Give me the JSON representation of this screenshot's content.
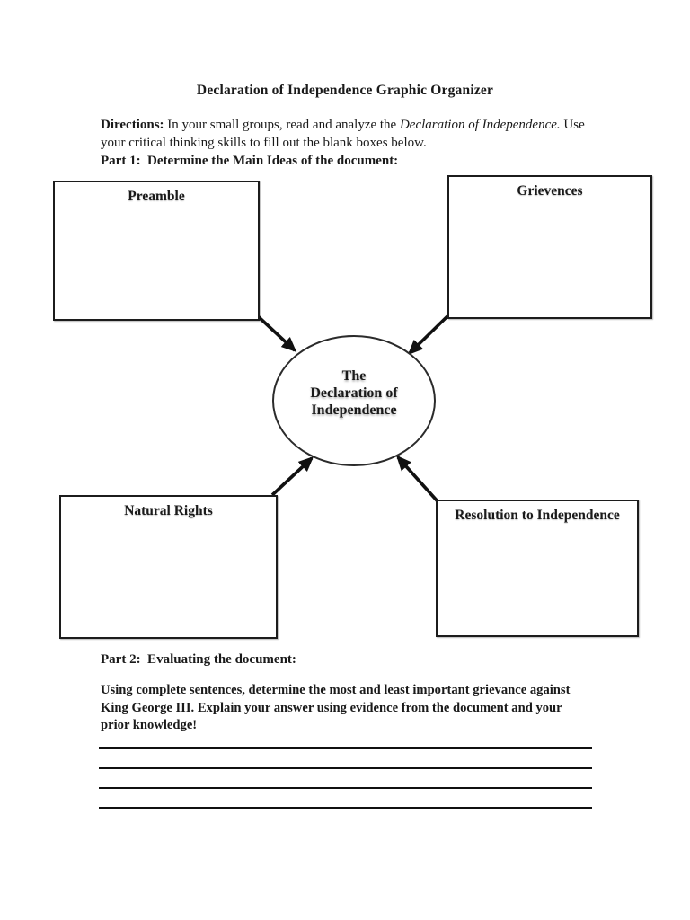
{
  "page": {
    "title": "Declaration of Independence Graphic Organizer"
  },
  "directions": {
    "label": "Directions:",
    "line1_text": " In your small groups, read and analyze the ",
    "line1_italic": "Declaration of Independence.",
    "line1_end": "  Use",
    "line2": "your critical thinking skills to fill out the blank boxes below."
  },
  "part1": {
    "heading": "Part 1:  Determine the Main Ideas of the document:"
  },
  "diagram": {
    "center": {
      "lines": [
        "The",
        "Declaration of",
        "Independence"
      ]
    },
    "boxes": [
      {
        "label": "Preamble"
      },
      {
        "label": "Grievences"
      },
      {
        "label": "Natural Rights"
      },
      {
        "label": "Resolution to Independence"
      }
    ],
    "arrow_color": "#111111"
  },
  "part2": {
    "heading": "Part 2:  Evaluating the document:",
    "prompt_lines": [
      "Using complete sentences, determine the most and least important grievance against",
      "King George III. Explain your answer using evidence from the document and your",
      "prior knowledge!"
    ],
    "answer_line_count": 4
  },
  "colors": {
    "ink": "#1a1a1a",
    "page_bg": "#ffffff"
  }
}
